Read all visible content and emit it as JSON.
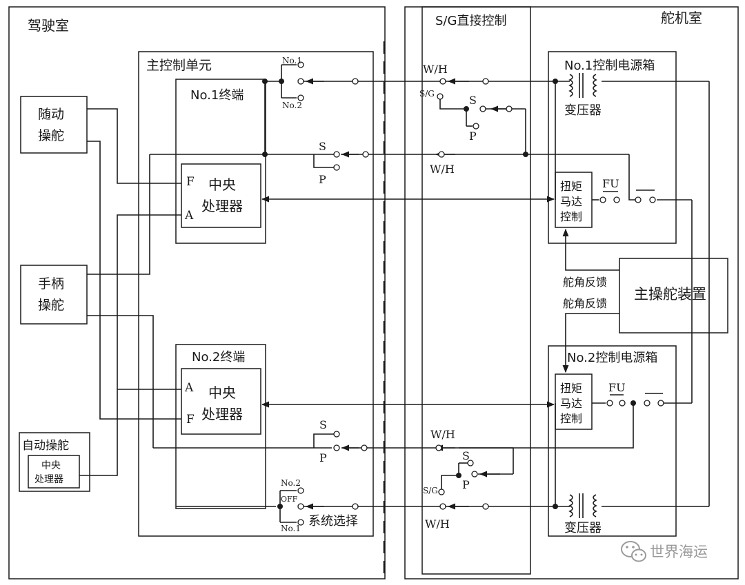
{
  "labels": {
    "bridge": "驾驶室",
    "steering_gear_room": "舵机室",
    "sg_direct_control": "S/G直接控制",
    "main_control_unit": "主控制单元",
    "no1_terminal": "No.1终端",
    "no2_terminal": "No.2终端",
    "follow_up_l1": "随动",
    "follow_up_l2": "操舵",
    "handle_l1": "手柄",
    "handle_l2": "操舵",
    "autopilot": "自动操舵",
    "cpu_l1": "中央",
    "cpu_l2": "处理器",
    "no1_power_box": "No.1控制电源箱",
    "no2_power_box": "No.2控制电源箱",
    "transformer": "变压器",
    "torque_l1": "扭矩",
    "torque_l2": "马达",
    "torque_l3": "控制",
    "fu": "FU",
    "rudder_fb": "舵角反馈",
    "main_steering_gear": "主操舵装置",
    "system_select": "系统选择",
    "wh": "W/H",
    "sg": "S/G",
    "s": "S",
    "p": "P",
    "f": "F",
    "a": "A",
    "no1": "No.1",
    "no2": "No.2",
    "off": "OFF"
  },
  "watermark": {
    "text": "世界海运",
    "icon": "wechat-icon"
  }
}
